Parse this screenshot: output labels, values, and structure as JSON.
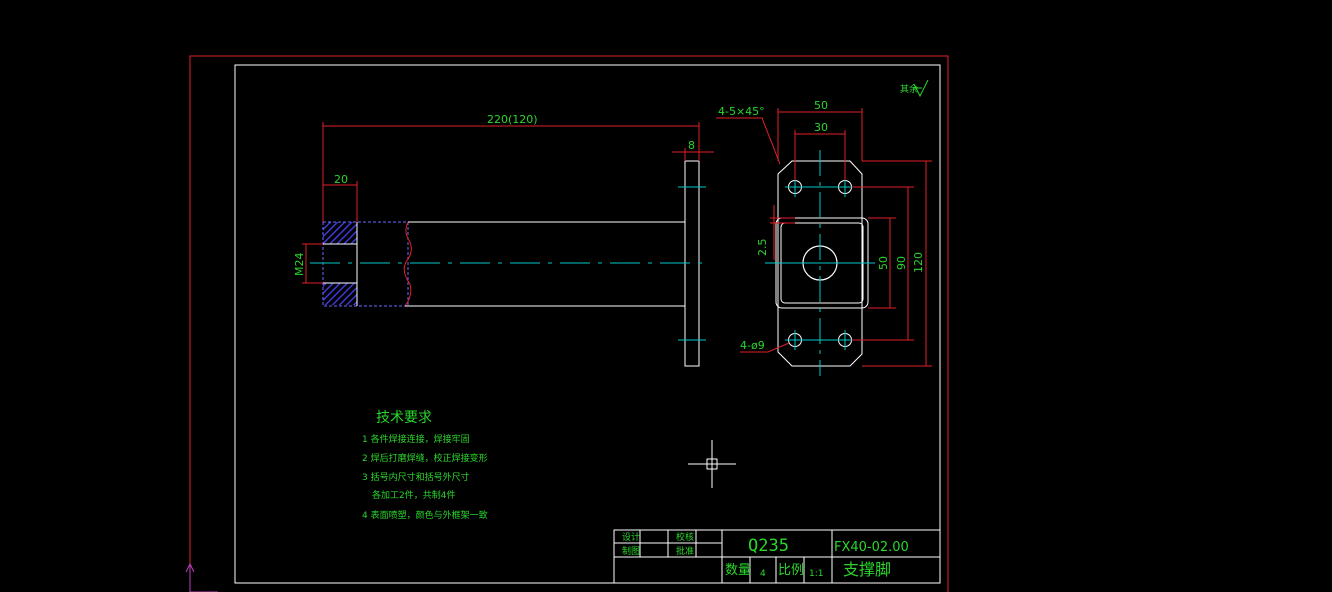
{
  "colors": {
    "background": "#000000",
    "outline": "#ffffff",
    "border_red": "#e0202a",
    "dimension": "#e0202a",
    "text": "#2bd62b",
    "center_line": "#00c8c8",
    "hatch": "#3a3ad8",
    "ucs": "#c040c0"
  },
  "dimensions": {
    "overall_length": "220(120)",
    "end_length": "20",
    "plate_thickness": "8",
    "thread": "M24",
    "chamfer": "4-5×45°",
    "width_outer": "50",
    "width_inner": "30",
    "gap": "2.5",
    "square_height": "50",
    "hole_spacing": "90",
    "plate_height": "120",
    "holes": "4-ø9",
    "surface_mark": "其余"
  },
  "tech_requirements": {
    "title": "技术要求",
    "items": [
      "1 各件焊接连接，焊接牢固",
      "2 焊后打磨焊缝，校正焊接变形",
      "3 括号内尺寸和括号外尺寸",
      "各加工2件，共制4件",
      "4 表面喷塑，颜色与外框架一致"
    ]
  },
  "title_block": {
    "design": "设计",
    "draw": "制图",
    "check": "校核",
    "approve": "批准",
    "material": "Q235",
    "drawing_no": "FX40-02.00",
    "qty_label": "数量",
    "qty": "4",
    "scale_label": "比例",
    "scale": "1:1",
    "part_name": "支撑脚"
  }
}
